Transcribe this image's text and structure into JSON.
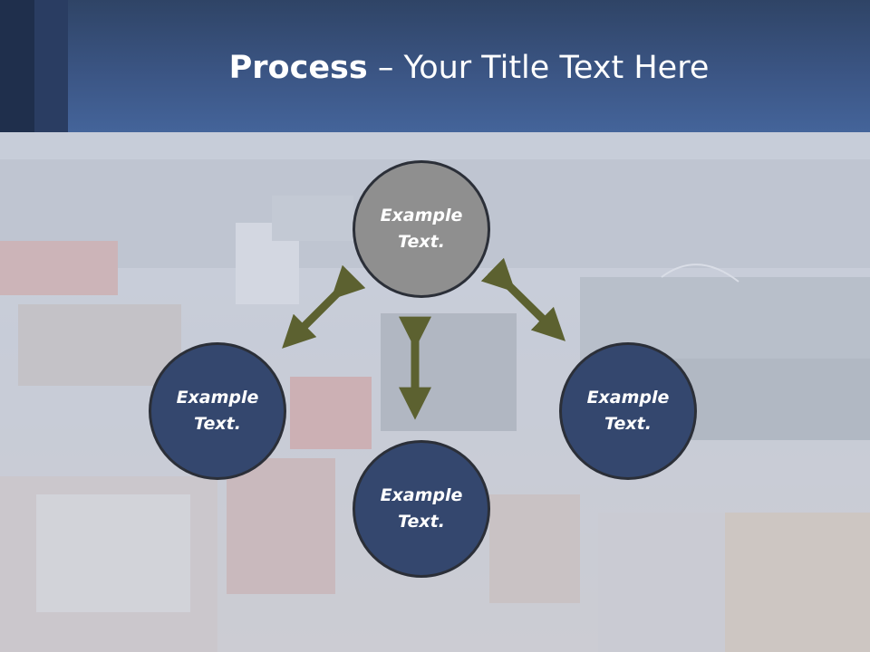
{
  "title": {
    "bold": "Process",
    "rest": " – Your Title Text Here"
  },
  "diagram": {
    "nodes": [
      {
        "id": "top",
        "text": "Example\nText."
      },
      {
        "id": "left",
        "text": "Example\nText."
      },
      {
        "id": "right",
        "text": "Example\nText."
      },
      {
        "id": "bottom",
        "text": "Example\nText."
      }
    ]
  },
  "colors": {
    "header": "#3b5584",
    "node_primary": "#34476e",
    "node_center": "#8f8f8f",
    "arrow": "#5c6130"
  }
}
